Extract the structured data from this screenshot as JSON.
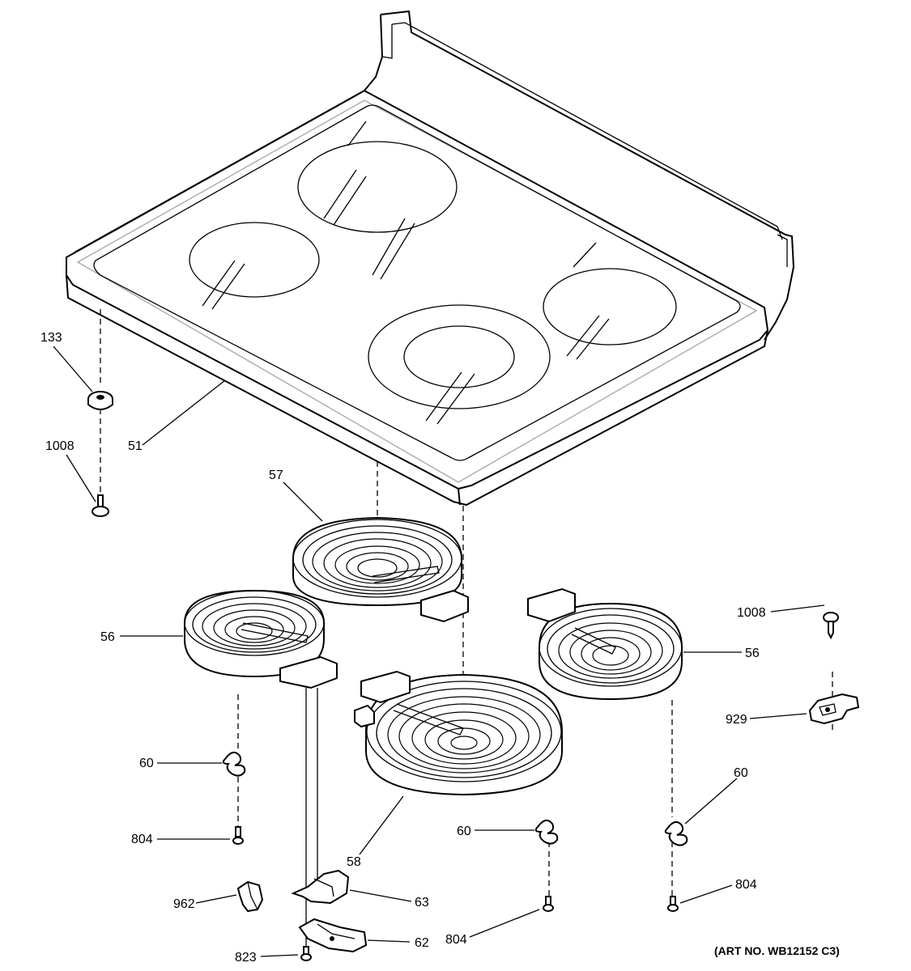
{
  "labels": {
    "p133": "133",
    "p1008_left": "1008",
    "p51": "51",
    "p57": "57",
    "p56_left": "56",
    "p56_right": "56",
    "p1008_right": "1008",
    "p929": "929",
    "p60_left": "60",
    "p60_mid": "60",
    "p60_right": "60",
    "p804_left": "804",
    "p804_mid": "804",
    "p804_right": "804",
    "p58": "58",
    "p962": "962",
    "p63": "63",
    "p62": "62",
    "p823": "823"
  },
  "art_number": "(ART NO. WB12152 C3)"
}
